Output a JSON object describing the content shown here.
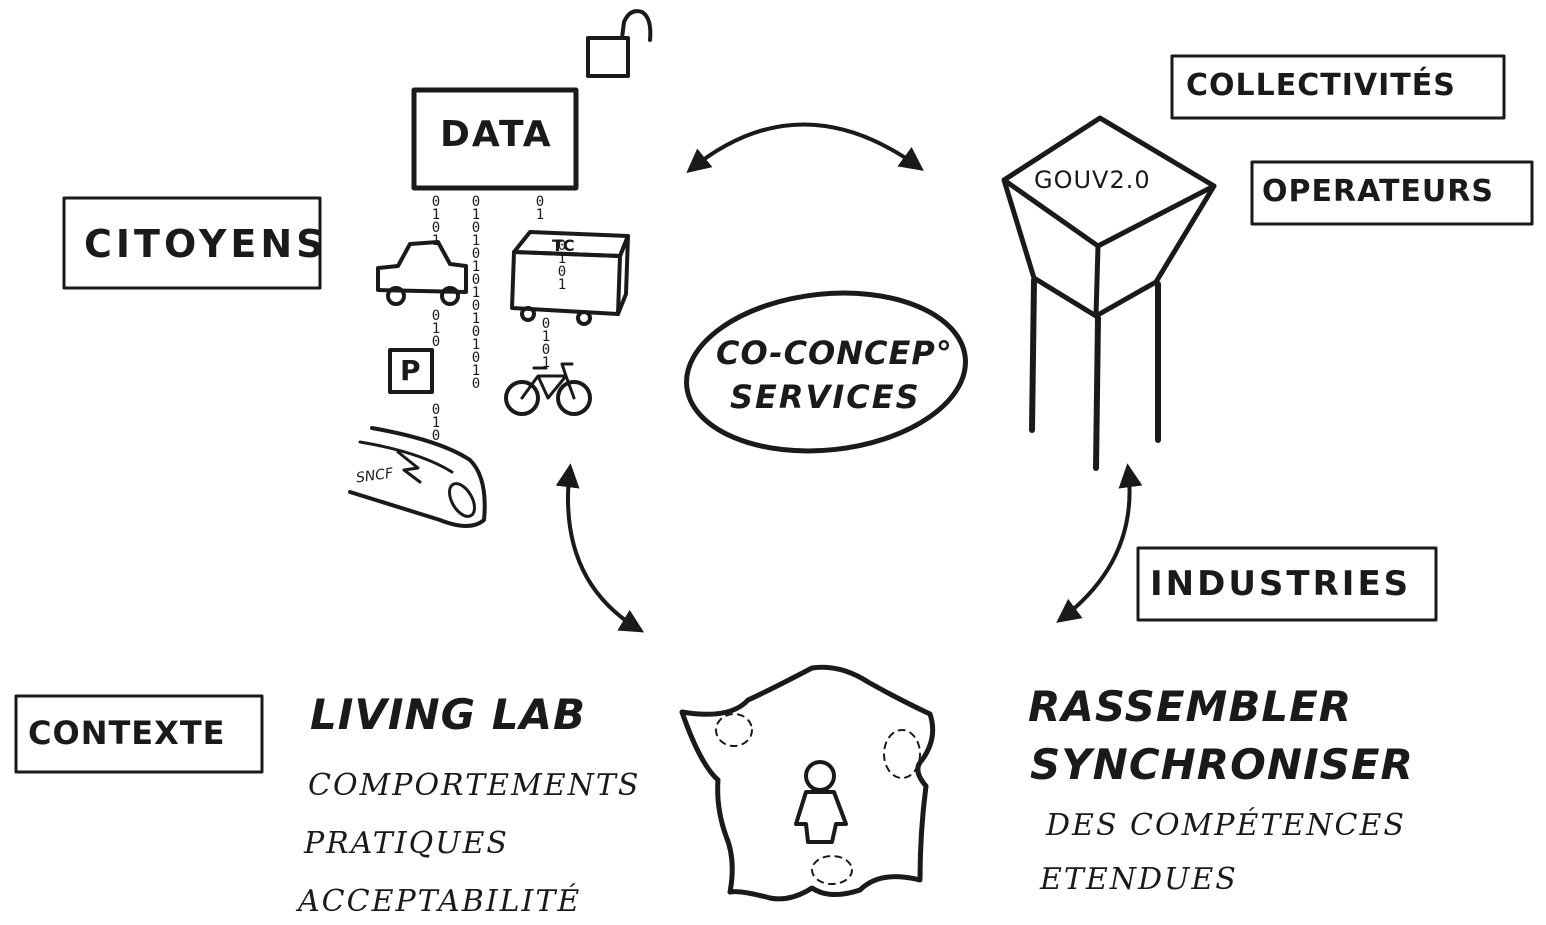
{
  "labels": {
    "citoyens": "CITOYENS",
    "data": "DATA",
    "collectivites": "COLLECTIVITÉS",
    "operateurs": "OPERATEURS",
    "gouv": "GOUV2.0",
    "center_line1": "CO-CONCEP°",
    "center_line2": "SERVICES",
    "tc": "TC",
    "parking": "P",
    "sncf": "SNCF",
    "industries": "INDUSTRIES",
    "contexte": "CONTEXTE",
    "living_lab": "LIVING LAB",
    "living_lab_items": [
      "COMPORTEMENTS",
      "PRATIQUES",
      "ACCEPTABILITÉ"
    ],
    "rassembler": "RASSEMBLER",
    "synchroniser": "SYNCHRONISER",
    "competences_line1": "DES COMPÉTENCES",
    "competences_line2": "ETENDUES"
  },
  "bit_streams": [
    "0101",
    "010101010101010",
    "01",
    "010",
    "0101",
    "010",
    "0101"
  ],
  "colors": {
    "ink": "#1a1a1a",
    "background": "#ffffff"
  }
}
